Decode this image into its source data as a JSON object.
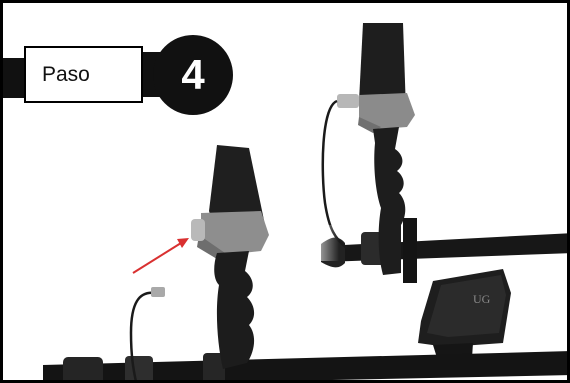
{
  "step": {
    "label": "Paso",
    "number": "4"
  },
  "illustration": {
    "subject": "metal-detector-handle-with-cable-connector",
    "brand_mark": "UG",
    "arrow_color": "#d93030",
    "part_colors": {
      "handle": "#1c1c1c",
      "housing_top": "#2a2a2a",
      "housing_collar": "#8e8e8e",
      "connector": "#b9b9b9"
    }
  }
}
